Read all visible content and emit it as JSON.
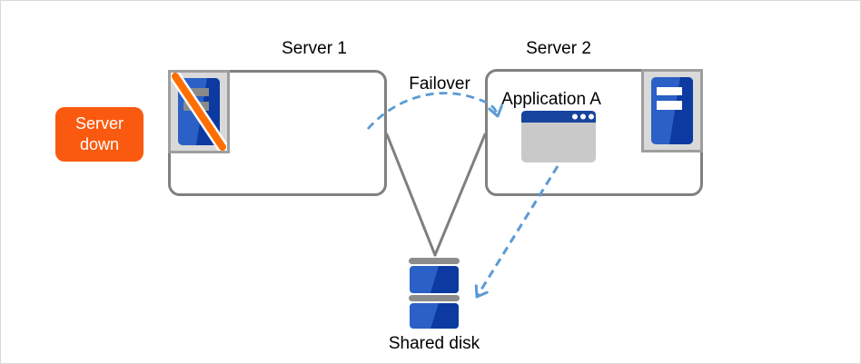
{
  "diagram": {
    "type": "failover-cluster-diagram",
    "background": "#FFFFFF"
  },
  "labels": {
    "server1": "Server 1",
    "server2": "Server 2",
    "failover": "Failover",
    "application": "Application A",
    "shared_disk": "Shared disk"
  },
  "badge": {
    "line1": "Server",
    "line2": "down",
    "fill": "#FA5A0F",
    "text_color": "#FFFFFF"
  },
  "icons": {
    "server1": "server-tower-crossed-out-icon",
    "server2": "server-tower-icon",
    "application": "app-window-icon",
    "shared_disk": "disk-stack-icon"
  },
  "edges": [
    {
      "from": "server1",
      "to": "server2",
      "label": "Failover",
      "style": "dashed-arrow",
      "color": "#5B9BD5"
    },
    {
      "from": "application",
      "to": "shared_disk",
      "label": "",
      "style": "dashed-arrow",
      "color": "#5B9BD5"
    },
    {
      "from": "server1",
      "to": "shared_disk",
      "label": "",
      "style": "solid-line",
      "color": "#7F7F7F"
    },
    {
      "from": "server2",
      "to": "shared_disk",
      "label": "",
      "style": "solid-line",
      "color": "#7F7F7F"
    }
  ],
  "colors": {
    "box_border": "#808080",
    "icon_frame_fill": "#D9D9D9",
    "icon_frame_border": "#9E9E9E",
    "server_blue_light": "#2B60C6",
    "server_blue_dark": "#0C3AA0",
    "window_titlebar": "#17459E",
    "window_body": "#C9C9C9",
    "slash_orange": "#FF6E00",
    "disk_bar_gray": "#8C8C8C",
    "dashed_arrow_blue": "#5B9BD5",
    "connector_gray": "#7F7F7F"
  }
}
